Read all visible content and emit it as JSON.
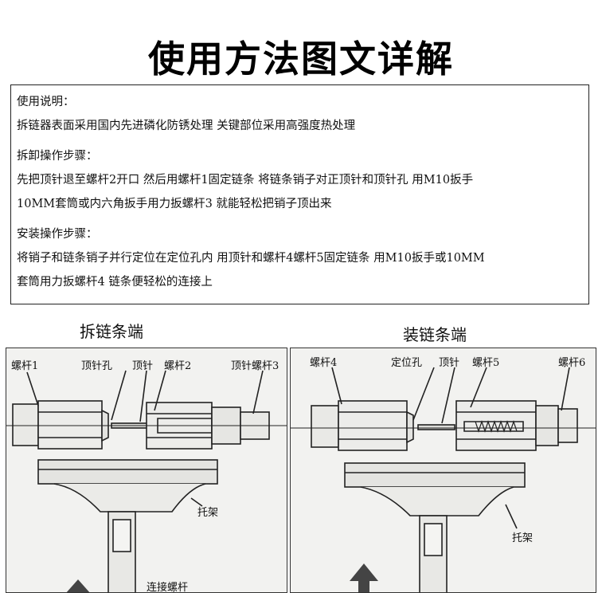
{
  "title": "使用方法图文详解",
  "instructions": {
    "usage_heading": "使用说明：",
    "usage_text": "拆链器表面采用国内先进磷化防锈处理 关键部位采用高强度热处理",
    "remove_heading": "拆卸操作步骤：",
    "remove_line1": "先把顶针退至螺杆2开口 然后用螺杆1固定链条 将链条销子对正顶针和顶针孔 用M10扳手",
    "remove_line2": "10MM套筒或内六角扳手用力扳螺杆3 就能轻松把销子顶出来",
    "install_heading": "安装操作步骤：",
    "install_line1": "将销子和链条销子并行定位在定位孔内 用顶针和螺杆4螺杆5固定链条   用M10扳手或10MM",
    "install_line2": "套筒用力扳螺杆4  链条便轻松的连接上"
  },
  "left_panel": {
    "title": "拆链条端",
    "labels": {
      "screw1": "螺杆1",
      "pin_hole": "顶针孔",
      "pin": "顶针",
      "screw2": "螺杆2",
      "pin_screw3": "顶针螺杆3",
      "bracket": "托架",
      "connecting_screw": "连接螺杆"
    }
  },
  "right_panel": {
    "title": "装链条端",
    "labels": {
      "screw4": "螺杆4",
      "locating_hole": "定位孔",
      "pin": "顶针",
      "screw5": "螺杆5",
      "screw6": "螺杆6",
      "bracket": "托架"
    }
  }
}
